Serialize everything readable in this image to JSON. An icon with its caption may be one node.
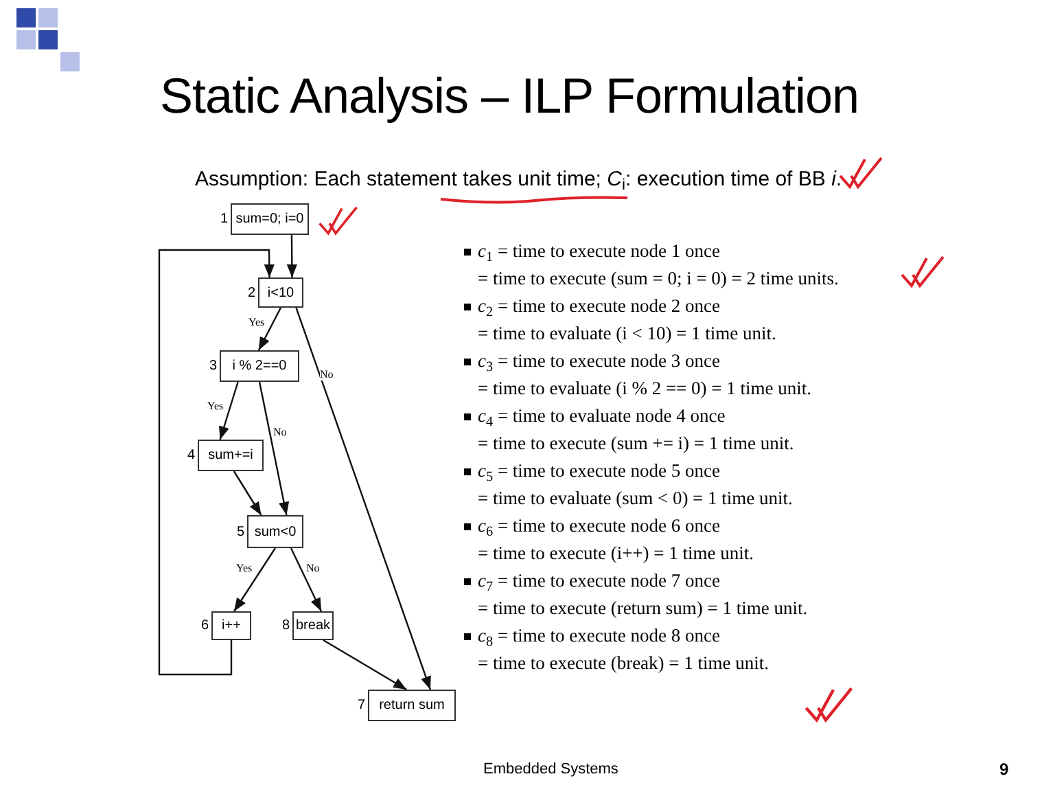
{
  "diagram": {
    "title": "Static Analysis – ILP Formulation",
    "nodes": [
      {
        "text": [
          "sum=0; i=0"
        ],
        "beside": [
          "1"
        ]
      },
      {
        "text": [
          "i<10"
        ],
        "beside": [
          "2"
        ]
      },
      {
        "text": [
          "i % 2==0"
        ],
        "beside": [
          "3"
        ]
      },
      {
        "text": [
          "sum+=i"
        ],
        "beside": [
          "4"
        ]
      },
      {
        "text": [
          "sum<0"
        ],
        "beside": [
          "5"
        ]
      },
      {
        "text": [
          "i++"
        ],
        "beside": [
          "6"
        ]
      },
      {
        "text": [
          "break"
        ],
        "beside": [
          "8"
        ]
      },
      {
        "text": [
          "return sum"
        ],
        "beside": [
          "7"
        ]
      }
    ],
    "edges": [
      {
        "from": 0,
        "to": 1,
        "arrow": "to"
      },
      {
        "from": 5,
        "to": 1,
        "arrow": "to"
      },
      {
        "from": 1,
        "to": 2,
        "arrow": "to",
        "label": "Yes"
      },
      {
        "from": 1,
        "to": 7,
        "arrow": "to",
        "label": "No"
      },
      {
        "from": 2,
        "to": 3,
        "arrow": "to",
        "label": "Yes"
      },
      {
        "from": 2,
        "to": 4,
        "arrow": "to",
        "label": "No"
      },
      {
        "from": 3,
        "to": 4,
        "arrow": "to"
      },
      {
        "from": 4,
        "to": 5,
        "arrow": "to",
        "label": "Yes"
      },
      {
        "from": 4,
        "to": 6,
        "arrow": "to",
        "label": "No"
      },
      {
        "from": 6,
        "to": 7,
        "arrow": "to"
      }
    ],
    "labels": [
      "Assumption: Each statement takes unit time; *C*$_{i}$: execution time of BB *i*.",
      "*c*$_{1}$ = time to execute node 1 once",
      "= time to execute (sum = 0; i = 0) = 2 time units.",
      "*c*$_{2}$ = time to execute node 2 once",
      "= time to evaluate (i < 10) = 1 time unit.",
      "*c*$_{3}$ = time to execute node 3 once",
      "= time to evaluate (i % 2 == 0) = 1 time unit.",
      "*c*$_{4}$ = time to evaluate node 4 once",
      "= time to execute (sum += i) = 1 time unit.",
      "*c*$_{5}$ = time to execute node 5 once",
      "= time to evaluate (sum < 0) = 1 time unit.",
      "*c*$_{6}$ = time to execute node 6 once",
      "= time to execute (i++) = 1 time unit.",
      "*c*$_{7}$ = time to execute node 7 once",
      "= time to execute (return sum) = 1 time unit.",
      "*c*$_{8}$ = time to execute node 8 once",
      "= time to execute (break) = 1 time unit.",
      "Embedded Systems",
      "9"
    ]
  }
}
